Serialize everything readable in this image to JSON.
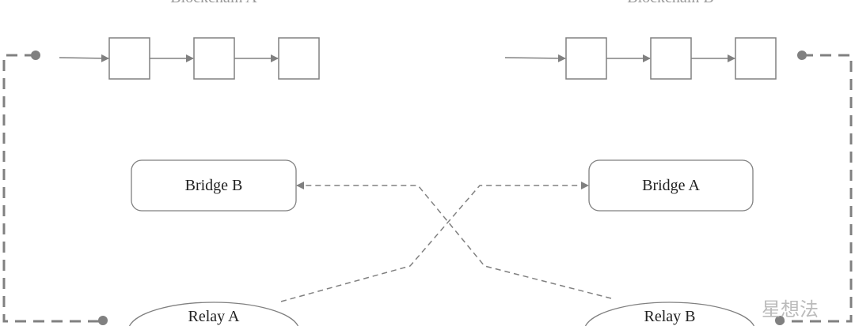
{
  "chains": [
    {
      "title": "Blockchain A"
    },
    {
      "title": "Blockchain B"
    }
  ],
  "nodes": {
    "bridge_b": "Bridge B",
    "bridge_a": "Bridge A",
    "relay_a": "Relay A",
    "relay_b": "Relay B"
  },
  "watermark": "星想法",
  "colors": {
    "line": "#808080",
    "text": "#222222"
  }
}
